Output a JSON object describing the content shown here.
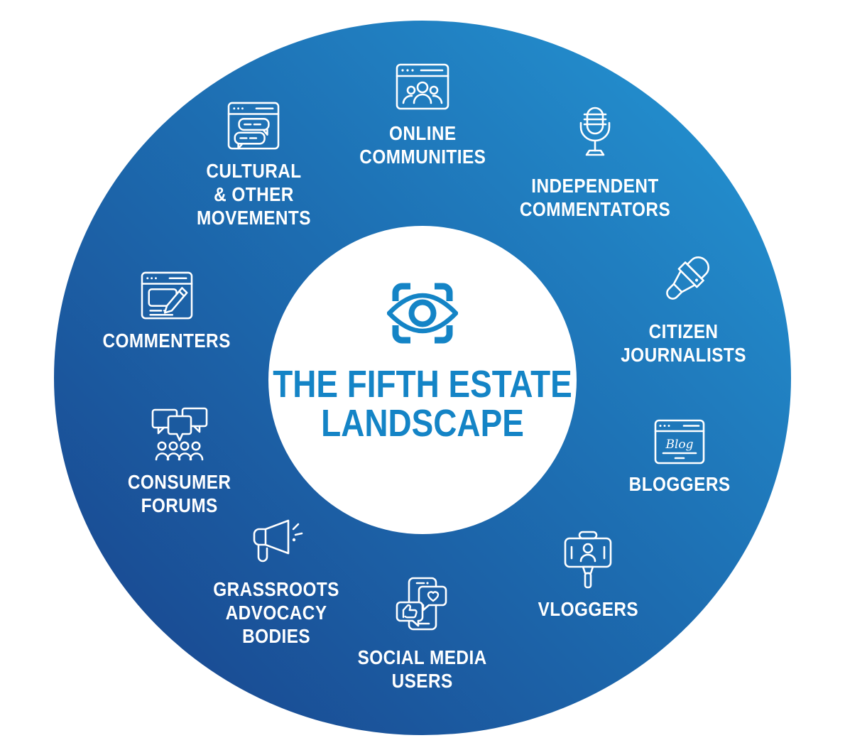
{
  "center": {
    "title": "THE FIFTH ESTATE\nLANDSCAPE",
    "icon": "eye-viewfinder-icon"
  },
  "colors": {
    "accent_blue": "#1484c6",
    "ring_gradient_dark": "#19418a",
    "ring_gradient_mid": "#1d6db1",
    "ring_gradient_light": "#2598d6",
    "icon_and_label_white": "#ffffff"
  },
  "segments": [
    {
      "id": "online-communities",
      "label": "ONLINE\nCOMMUNITIES",
      "icon": "browser-community-icon"
    },
    {
      "id": "independent-commentators",
      "label": "INDEPENDENT\nCOMMENTATORS",
      "icon": "studio-microphone-icon"
    },
    {
      "id": "citizen-journalists",
      "label": "CITIZEN\nJOURNALISTS",
      "icon": "reporter-mic-icon"
    },
    {
      "id": "bloggers",
      "label": "BLOGGERS",
      "icon": "blog-window-icon",
      "icon_text": "Blog"
    },
    {
      "id": "vloggers",
      "label": "VLOGGERS",
      "icon": "selfie-stick-icon"
    },
    {
      "id": "social-media-users",
      "label": "SOCIAL MEDIA\nUSERS",
      "icon": "phone-reactions-icon"
    },
    {
      "id": "grassroots-advocacy-bodies",
      "label": "GRASSROOTS\nADVOCACY\nBODIES",
      "icon": "megaphone-icon"
    },
    {
      "id": "consumer-forums",
      "label": "CONSUMER\nFORUMS",
      "icon": "forum-people-icon"
    },
    {
      "id": "commenters",
      "label": "COMMENTERS",
      "icon": "comment-editor-icon"
    },
    {
      "id": "cultural-other-movements",
      "label": "CULTURAL\n& OTHER\nMOVEMENTS",
      "icon": "chat-window-icon"
    }
  ]
}
